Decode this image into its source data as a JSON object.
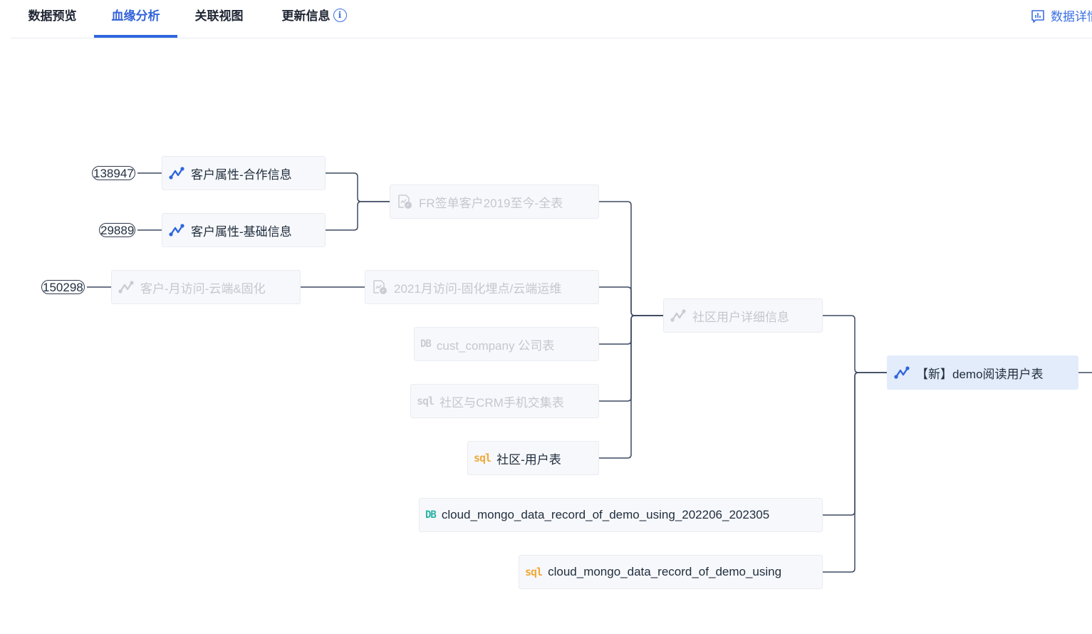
{
  "tabs": [
    {
      "label": "数据预览",
      "active": false
    },
    {
      "label": "血缘分析",
      "active": true
    },
    {
      "label": "关联视图",
      "active": false
    },
    {
      "label": "更新信息",
      "active": false,
      "icon": "info-circle-icon"
    }
  ],
  "detail_button": {
    "label": "数据详情",
    "icon": "chart-panel-icon"
  },
  "colors": {
    "accent": "#3363d9",
    "link": "#3d4a60",
    "node_bg": "#f7f8fb",
    "selected_bg": "#e3ecfb",
    "dim_text": "#c3c7cf",
    "db_badge": "#2bb3a3",
    "sql_badge": "#f0a93a"
  },
  "lineage": {
    "nodes": [
      {
        "id": "n1",
        "label": "客户属性-合作信息",
        "icon": "analysis-line-icon",
        "state": "normal",
        "count": "138947"
      },
      {
        "id": "n2",
        "label": "客户属性-基础信息",
        "icon": "analysis-line-icon",
        "state": "normal",
        "count": "29889"
      },
      {
        "id": "n3",
        "label": "客户-月访问-云端&固化",
        "icon": "analysis-line-icon",
        "state": "dim",
        "count": "150298"
      },
      {
        "id": "n4",
        "label": "FR签单客户2019至今-全表",
        "icon": "report-file-icon",
        "state": "dim"
      },
      {
        "id": "n5",
        "label": "2021月访问-固化埋点/云端运维",
        "icon": "report-file-icon",
        "state": "dim"
      },
      {
        "id": "n6",
        "label": "cust_company  公司表",
        "icon": "db-icon",
        "badge": "DB",
        "state": "dim"
      },
      {
        "id": "n7",
        "label": "社区与CRM手机交集表",
        "icon": "sql-icon",
        "badge": "sql",
        "state": "dim"
      },
      {
        "id": "n8",
        "label": "社区-用户表",
        "icon": "sql-icon",
        "badge": "sql",
        "state": "normal"
      },
      {
        "id": "n9",
        "label": "社区用户详细信息",
        "icon": "analysis-line-icon",
        "state": "dim"
      },
      {
        "id": "n10",
        "label": "cloud_mongo_data_record_of_demo_using_202206_202305",
        "icon": "db-icon",
        "badge": "DB",
        "state": "normal"
      },
      {
        "id": "n11",
        "label": "cloud_mongo_data_record_of_demo_using",
        "icon": "sql-icon",
        "badge": "sql",
        "state": "normal"
      },
      {
        "id": "n12",
        "label": "【新】demo阅读用户表",
        "icon": "analysis-line-icon",
        "state": "selected"
      }
    ],
    "edges": [
      [
        "n1",
        "n4"
      ],
      [
        "n2",
        "n4"
      ],
      [
        "n3",
        "n5"
      ],
      [
        "n4",
        "n9"
      ],
      [
        "n5",
        "n9"
      ],
      [
        "n6",
        "n9"
      ],
      [
        "n7",
        "n9"
      ],
      [
        "n8",
        "n9"
      ],
      [
        "n9",
        "n12"
      ],
      [
        "n10",
        "n12"
      ],
      [
        "n11",
        "n12"
      ]
    ]
  }
}
